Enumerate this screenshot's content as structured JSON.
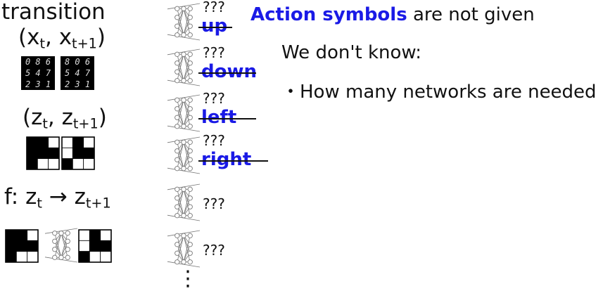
{
  "left": {
    "title": "transition",
    "x_pair": {
      "open": "(x",
      "t": "t",
      "sep": ", x",
      "t1": "t+1",
      "close": ")"
    },
    "z_pair": {
      "open": "(z",
      "t": "t",
      "sep": ", z",
      "t1": "t+1",
      "close": ")"
    },
    "func": {
      "prefix": "f: z",
      "t": "t",
      "arrow": "→",
      "z": "z",
      "t1": "t+1"
    },
    "digits_a": [
      "0 8 6",
      "5 4 7",
      "2 3 1"
    ],
    "digits_b": [
      "8 0 6",
      "5 4 7",
      "2 3 1"
    ],
    "grid_a": [
      [
        1,
        1,
        0
      ],
      [
        1,
        1,
        1
      ],
      [
        1,
        0,
        0
      ]
    ],
    "grid_b": [
      [
        0,
        1,
        0
      ],
      [
        0,
        1,
        1
      ],
      [
        1,
        0,
        0
      ]
    ]
  },
  "networks": [
    {
      "qmark": "???",
      "label": "up"
    },
    {
      "qmark": "???",
      "label": "down"
    },
    {
      "qmark": "???",
      "label": "left"
    },
    {
      "qmark": "???",
      "label": "right"
    },
    {
      "qmark": "???",
      "label": ""
    },
    {
      "qmark": "???",
      "label": ""
    }
  ],
  "ellipsis": "⋮",
  "right": {
    "headline_highlight": "Action symbols",
    "headline_rest": " are not given",
    "dont_know": "We don't know:",
    "bullet": "・How many networks are needed"
  },
  "colors": {
    "accent": "#1a1ae6",
    "text": "#111111"
  }
}
